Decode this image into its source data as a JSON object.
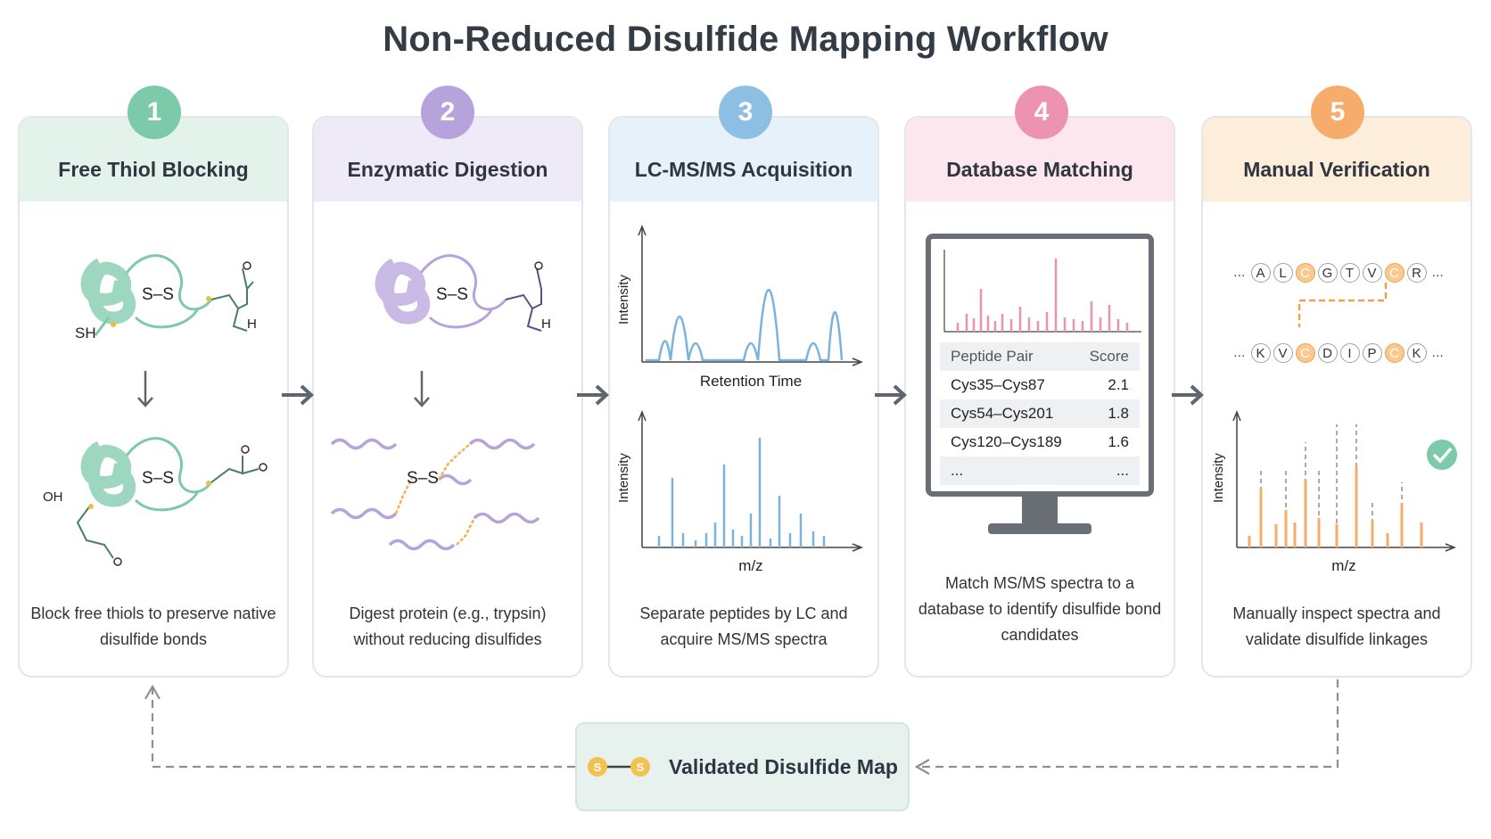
{
  "title": "Non-Reduced Disulfide Mapping Workflow",
  "colors": {
    "step1": "#7ccaa9",
    "step2": "#b7a3dc",
    "step3": "#8dbfe4",
    "step4": "#ee92b1",
    "step5": "#f6ac6a",
    "arrow": "#5f6670",
    "dashed": "#8a9098"
  },
  "steps": [
    {
      "number": "1",
      "title": "Free Thiol Blocking",
      "description": "Block free thiols to preserve native disulfide bonds",
      "labels": {
        "ss": "S–S",
        "sh": "SH",
        "h": "H",
        "oh": "OH"
      }
    },
    {
      "number": "2",
      "title": "Enzymatic Digestion",
      "description": "Digest protein (e.g., trypsin) without reducing disulfides",
      "labels": {
        "ss": "S–S",
        "h": "H"
      }
    },
    {
      "number": "3",
      "title": "LC-MS/MS Acquisition",
      "description": "Separate peptides by LC and acquire MS/MS spectra",
      "labels": {
        "chrom_y": "Intensity",
        "chrom_x": "Retention Time",
        "ms_y": "Intensity",
        "ms_x": "m/z"
      }
    },
    {
      "number": "4",
      "title": "Database Matching",
      "description": "Match MS/MS spectra to a database to identify disulfide bond candidates",
      "table": {
        "col1": "Peptide Pair",
        "col2": "Score",
        "rows": [
          {
            "pair": "Cys35–Cys87",
            "score": "2.1"
          },
          {
            "pair": "Cys54–Cys201",
            "score": "1.8"
          },
          {
            "pair": "Cys120–Cys189",
            "score": "1.6"
          },
          {
            "pair": "...",
            "score": "..."
          }
        ]
      }
    },
    {
      "number": "5",
      "title": "Manual Verification",
      "description": "Manually inspect spectra and validate disulfide linkages",
      "seq1": [
        "A",
        "L",
        "C",
        "G",
        "T",
        "V",
        "C",
        "R"
      ],
      "seq2": [
        "K",
        "V",
        "C",
        "D",
        "I",
        "P",
        "C",
        "K"
      ],
      "ellipsis": "...",
      "labels": {
        "ms_y": "Intensity",
        "ms_x": "m/z"
      }
    }
  ],
  "result": {
    "label": "Validated Disulfide Map",
    "icon_letter": "S"
  }
}
